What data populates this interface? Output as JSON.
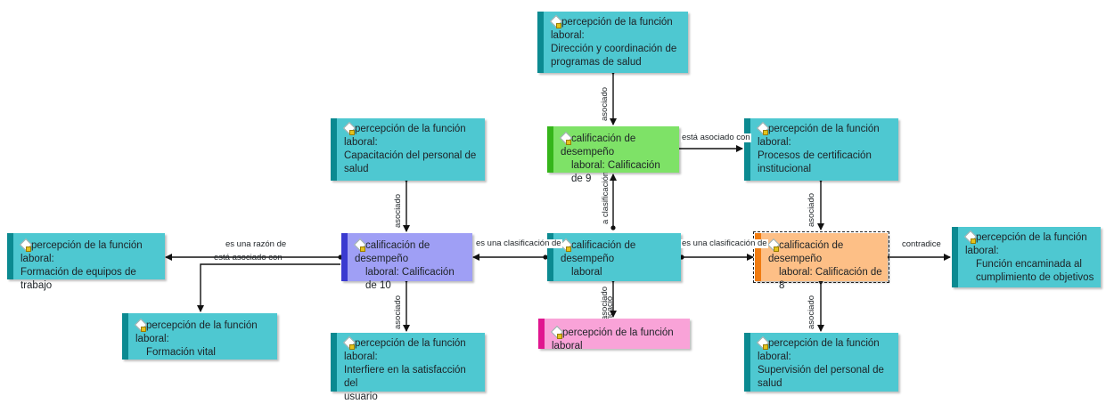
{
  "nodes": {
    "direccion": {
      "title": "percepción de la función laboral:",
      "lines": [
        "Dirección y coordinación de",
        "programas de salud"
      ]
    },
    "capacitacion": {
      "title": "percepción de la función laboral:",
      "lines": [
        "Capacitación del personal de",
        "salud"
      ]
    },
    "cal9": {
      "title": "calificación de desempeño",
      "lines": [
        "laboral: Calificación de 9"
      ]
    },
    "procesos": {
      "title": "percepción de la función laboral:",
      "lines": [
        "Procesos de certificación",
        "institucional"
      ]
    },
    "formacion_equipos": {
      "title": "percepción de la función laboral:",
      "lines": [
        "Formación de equipos de trabajo"
      ]
    },
    "cal10": {
      "title": "calificación de desempeño",
      "lines": [
        "laboral: Calificación de 10"
      ]
    },
    "cal_center": {
      "title": "calificación de desempeño",
      "lines": [
        "laboral"
      ]
    },
    "cal8": {
      "title": "calificación de desempeño",
      "lines": [
        "laboral: Calificación de 8"
      ]
    },
    "funcion_encaminada": {
      "title": "percepción de la función laboral:",
      "lines": [
        "Función encaminada al",
        "cumplimiento de objetivos"
      ]
    },
    "formacion_vital": {
      "title": "percepción de la función laboral:",
      "lines": [
        "Formación vital"
      ]
    },
    "interfiere": {
      "title": "percepción de la función laboral:",
      "lines": [
        "Interfiere en la satisfacción del",
        "usuario"
      ]
    },
    "percepcion_root": {
      "title": "percepción de la función laboral",
      "lines": []
    },
    "supervision": {
      "title": "percepción de la función laboral:",
      "lines": [
        "Supervisión del personal de salud"
      ]
    }
  },
  "edge_labels": {
    "esta_asociado_con": "está asociado con",
    "es_una_razon_de": "es una razón de",
    "esta_asociado_con_short": "está asociado con",
    "es_una_clasificacion_left": "es una clasificación de",
    "es_una_clasificacion_right": "es una clasificación de",
    "contradice": "contradice",
    "v_asociado_top": "asociado",
    "v_asociado_cap": "asociado",
    "v_clasificacion_9": "a clasificación",
    "v_asociado_procesos": "asociado",
    "v_asociado_interfiere": "asociado",
    "v_asociado_root": "asociado",
    "v_clasificacion_root": "na clasificació",
    "v_asociado_supervision": "asociado"
  },
  "colors": {
    "teal": "#4ec8d1",
    "green": "#7ee267",
    "blue": "#9f9ff5",
    "orange": "#fdbf86",
    "pink": "#f9a3d8"
  }
}
